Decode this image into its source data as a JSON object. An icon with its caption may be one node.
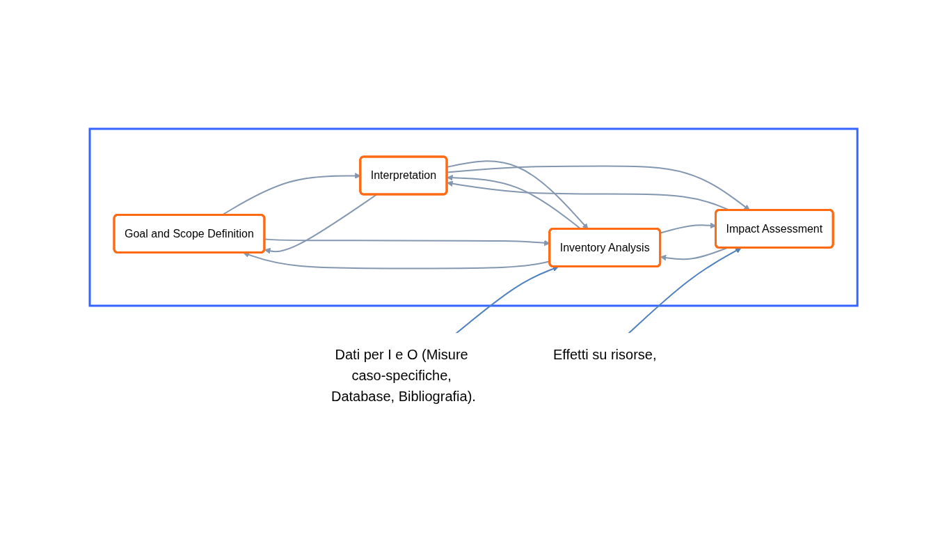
{
  "diagram": {
    "nodes": [
      {
        "text": [],
        "shape": "box"
      },
      {
        "text": [
          "Goal and Scope Definition"
        ],
        "in": 0
      },
      {
        "text": [
          "Inventory Analysis"
        ],
        "in": 0
      },
      {
        "text": [
          "Impact Assessment"
        ],
        "in": 0
      },
      {
        "text": [
          "Interpretation"
        ],
        "in": 0
      },
      {
        "text": [
          "Dati per I e O (Misure caso-specifiche, Database, Bibliografia)."
        ]
      },
      {
        "text": [
          "Effetti su risorse,"
        ]
      }
    ],
    "edges": [
      {
        "from": 4,
        "to": 1,
        "arrow": "to"
      },
      {
        "from": 1,
        "to": 4,
        "arrow": "to"
      },
      {
        "from": 1,
        "to": 2,
        "arrow": "to"
      },
      {
        "from": 2,
        "to": 1,
        "arrow": "to"
      },
      {
        "from": 4,
        "to": 2,
        "arrow": "to"
      },
      {
        "from": 2,
        "to": 4,
        "arrow": "to"
      },
      {
        "from": 2,
        "to": 3,
        "arrow": "to"
      },
      {
        "from": 3,
        "to": 2,
        "arrow": "to"
      },
      {
        "from": 4,
        "to": 3,
        "arrow": "to"
      },
      {
        "from": 3,
        "to": 4,
        "arrow": "to"
      },
      {
        "from": 5,
        "to": 2,
        "arrow": "to",
        "color": "#4f81bd"
      },
      {
        "from": 6,
        "to": 3,
        "arrow": "to",
        "color": "#4f81bd"
      }
    ]
  }
}
